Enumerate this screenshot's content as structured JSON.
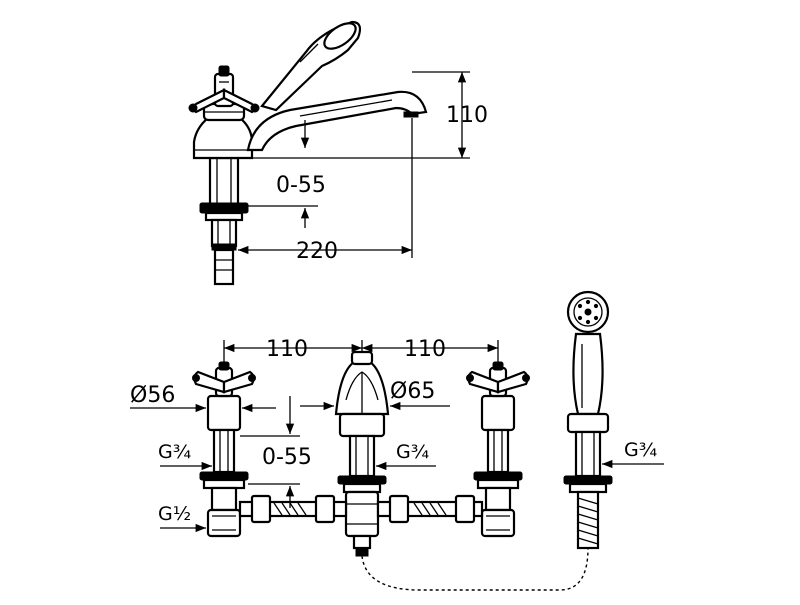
{
  "top_view": {
    "height_label": "110",
    "range_label": "0-55",
    "reach_label": "220"
  },
  "bottom_view": {
    "spacing_left_label": "110",
    "spacing_right_label": "110",
    "handle_diameter_label": "Ø56",
    "spout_diameter_label": "Ø65",
    "range_label": "0-55",
    "thread_handle_label": "G¾",
    "thread_spout_label": "G¾",
    "thread_shower_label": "G¾",
    "thread_pipe_label": "G½"
  }
}
